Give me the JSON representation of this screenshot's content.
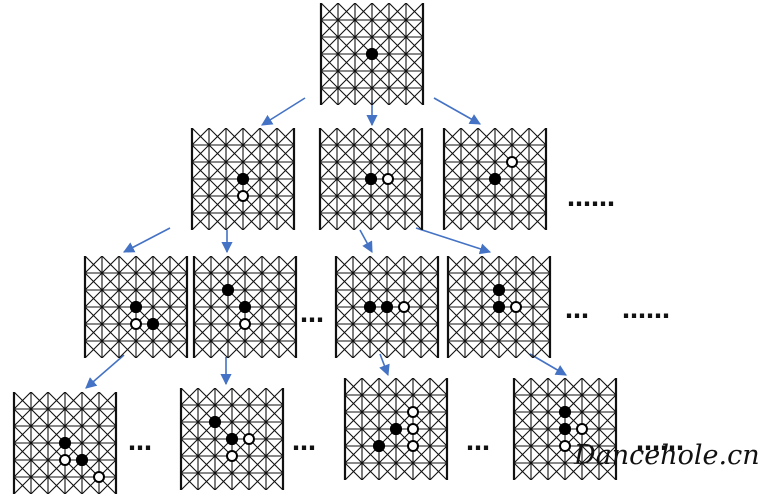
{
  "boards": [
    {
      "id": "root",
      "stones": [
        {
          "c": 3,
          "r": 3,
          "color": "black"
        }
      ]
    },
    {
      "id": "b1",
      "stones": [
        {
          "c": 3,
          "r": 3,
          "color": "black"
        },
        {
          "c": 3,
          "r": 4,
          "color": "white"
        }
      ]
    },
    {
      "id": "b2",
      "stones": [
        {
          "c": 3,
          "r": 3,
          "color": "black"
        },
        {
          "c": 4,
          "r": 3,
          "color": "white"
        }
      ]
    },
    {
      "id": "b3",
      "stones": [
        {
          "c": 3,
          "r": 3,
          "color": "black"
        },
        {
          "c": 4,
          "r": 2,
          "color": "white"
        }
      ]
    },
    {
      "id": "c1",
      "stones": [
        {
          "c": 3,
          "r": 3,
          "color": "black"
        },
        {
          "c": 3,
          "r": 4,
          "color": "white"
        },
        {
          "c": 4,
          "r": 4,
          "color": "black"
        }
      ]
    },
    {
      "id": "c2",
      "stones": [
        {
          "c": 3,
          "r": 3,
          "color": "black"
        },
        {
          "c": 3,
          "r": 4,
          "color": "white"
        },
        {
          "c": 2,
          "r": 2,
          "color": "black"
        }
      ]
    },
    {
      "id": "c3",
      "stones": [
        {
          "c": 3,
          "r": 3,
          "color": "black"
        },
        {
          "c": 4,
          "r": 3,
          "color": "white"
        },
        {
          "c": 2,
          "r": 3,
          "color": "black"
        }
      ]
    },
    {
      "id": "c4",
      "stones": [
        {
          "c": 3,
          "r": 3,
          "color": "black"
        },
        {
          "c": 4,
          "r": 3,
          "color": "white"
        },
        {
          "c": 3,
          "r": 2,
          "color": "black"
        }
      ]
    },
    {
      "id": "d1",
      "stones": [
        {
          "c": 3,
          "r": 3,
          "color": "black"
        },
        {
          "c": 3,
          "r": 4,
          "color": "white"
        },
        {
          "c": 4,
          "r": 4,
          "color": "black"
        },
        {
          "c": 5,
          "r": 5,
          "color": "white"
        }
      ]
    },
    {
      "id": "d2",
      "stones": [
        {
          "c": 3,
          "r": 3,
          "color": "black"
        },
        {
          "c": 3,
          "r": 4,
          "color": "white"
        },
        {
          "c": 2,
          "r": 2,
          "color": "black"
        },
        {
          "c": 4,
          "r": 3,
          "color": "white"
        }
      ]
    },
    {
      "id": "d3",
      "stones": [
        {
          "c": 3,
          "r": 3,
          "color": "black"
        },
        {
          "c": 4,
          "r": 3,
          "color": "white"
        },
        {
          "c": 2,
          "r": 4,
          "color": "black"
        },
        {
          "c": 4,
          "r": 2,
          "color": "white"
        },
        {
          "c": 4,
          "r": 4,
          "color": "white"
        }
      ]
    },
    {
      "id": "d4",
      "stones": [
        {
          "c": 3,
          "r": 3,
          "color": "black"
        },
        {
          "c": 4,
          "r": 3,
          "color": "white"
        },
        {
          "c": 3,
          "r": 2,
          "color": "black"
        },
        {
          "c": 3,
          "r": 4,
          "color": "white"
        }
      ]
    }
  ],
  "arrows": [
    {
      "from": "root",
      "to": "b1"
    },
    {
      "from": "root",
      "to": "b2"
    },
    {
      "from": "root",
      "to": "b3"
    },
    {
      "from": "b1",
      "to": "c1"
    },
    {
      "from": "b1",
      "to": "c2"
    },
    {
      "from": "b2",
      "to": "c3"
    },
    {
      "from": "b2",
      "to": "c4"
    },
    {
      "from": "c1",
      "to": "d1"
    },
    {
      "from": "c2",
      "to": "d2"
    },
    {
      "from": "c3",
      "to": "d3"
    },
    {
      "from": "c4",
      "to": "d4"
    }
  ],
  "ellipses": {
    "row2_more": "……",
    "row3_between": "…",
    "row3_right": "…",
    "row3_more": "……",
    "row4_a": "…",
    "row4_b": "…",
    "row4_c": "…",
    "row4_more": "……"
  },
  "watermark": "Dancehole.cn",
  "colors": {
    "arrow": "#4472C4",
    "grid": "#111111",
    "stone_black": "#000000",
    "stone_white": "#ffffff"
  }
}
